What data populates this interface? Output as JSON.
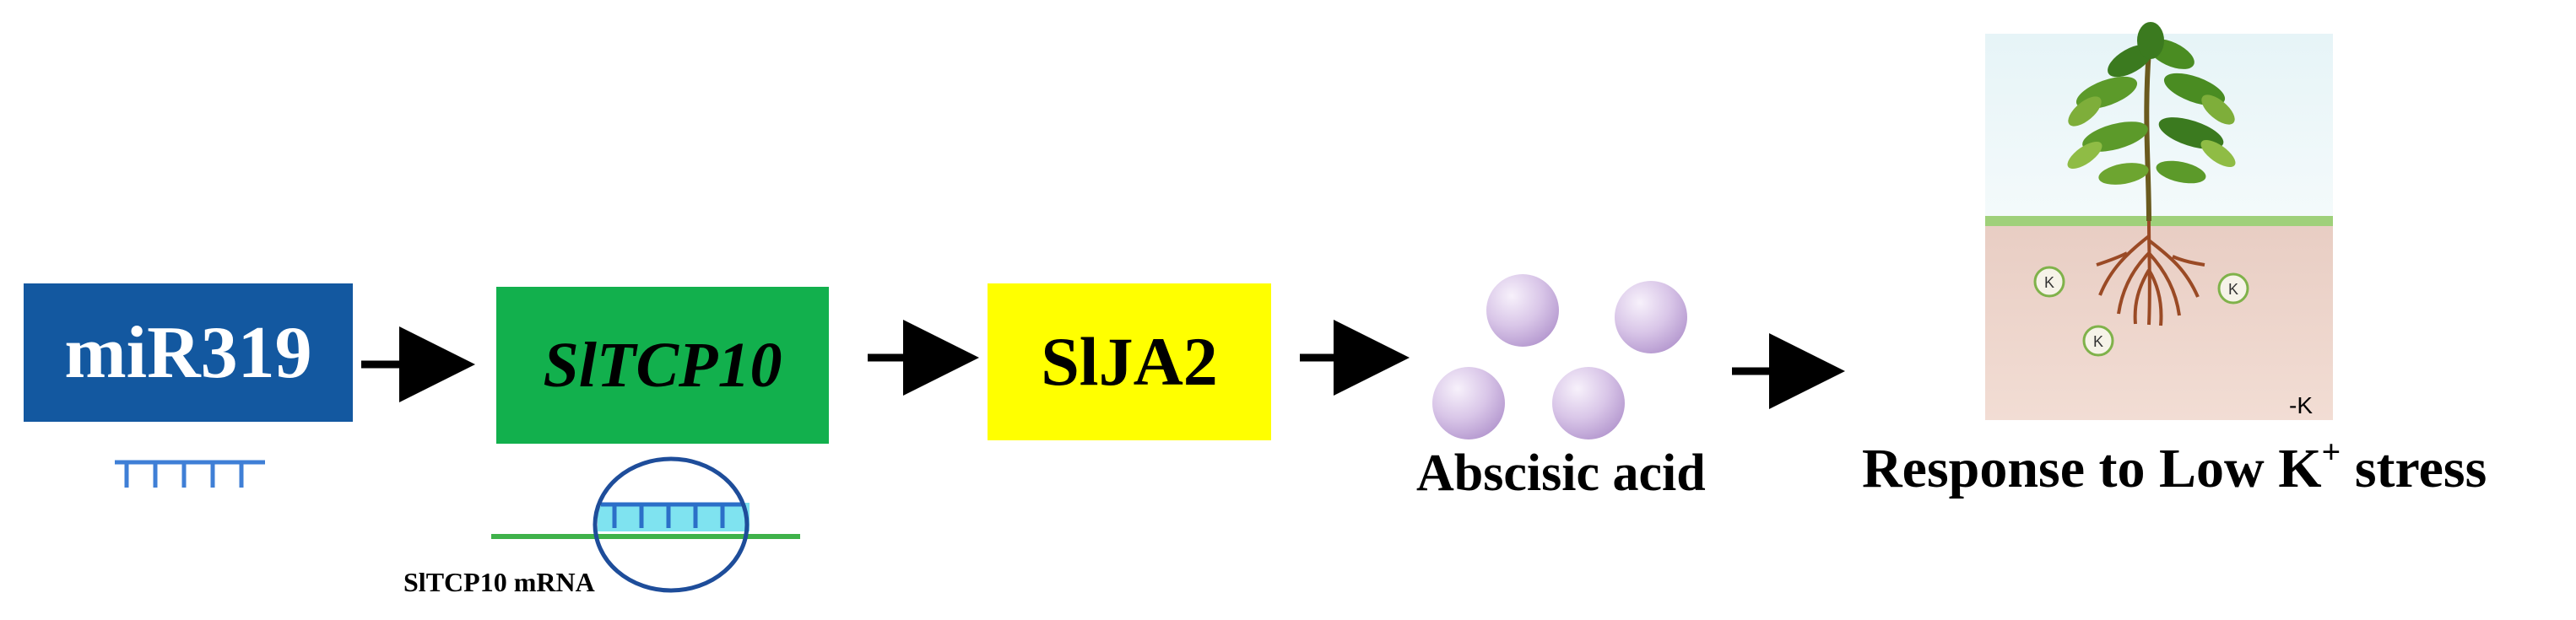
{
  "nodes": {
    "mir319": "miR319",
    "tcp10": "SlTCP10",
    "ja2": "SlJA2",
    "aba": "Abscisic acid",
    "response_main": "Response to Low K",
    "response_sup": "+",
    "response_tail": " stress",
    "mrna": "SlTCP10 mRNA"
  },
  "plant": {
    "k_label": "K",
    "minus_k": "-K"
  },
  "colors": {
    "mir319_box": "#1358a0",
    "tcp10_box": "#12b04d",
    "ja2_box": "#ffff00",
    "aba_molecule": "#c9b1dd",
    "mrna_strand": "#3fb24a",
    "mirna_strand": "#3f7fd6"
  }
}
